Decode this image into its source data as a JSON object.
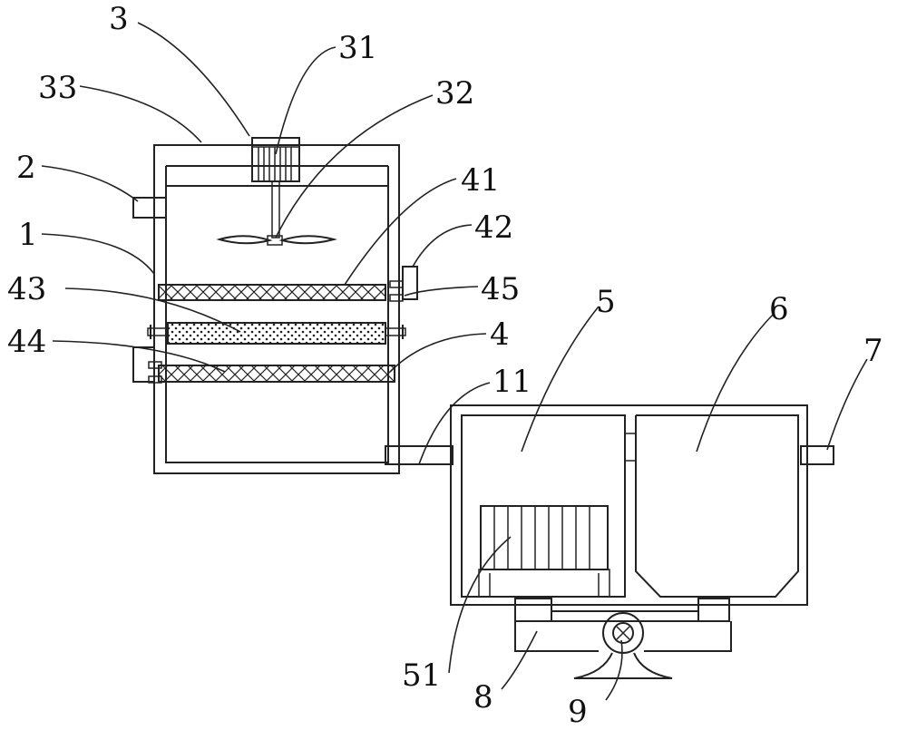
{
  "labels": {
    "l3": "3",
    "l31": "31",
    "l33": "33",
    "l32": "32",
    "l2": "2",
    "l41": "41",
    "l1": "1",
    "l42": "42",
    "l43": "43",
    "l45": "45",
    "l5": "5",
    "l6": "6",
    "l4": "4",
    "l44": "44",
    "l7": "7",
    "l11": "11",
    "l51": "51",
    "l8": "8",
    "l9": "9"
  }
}
